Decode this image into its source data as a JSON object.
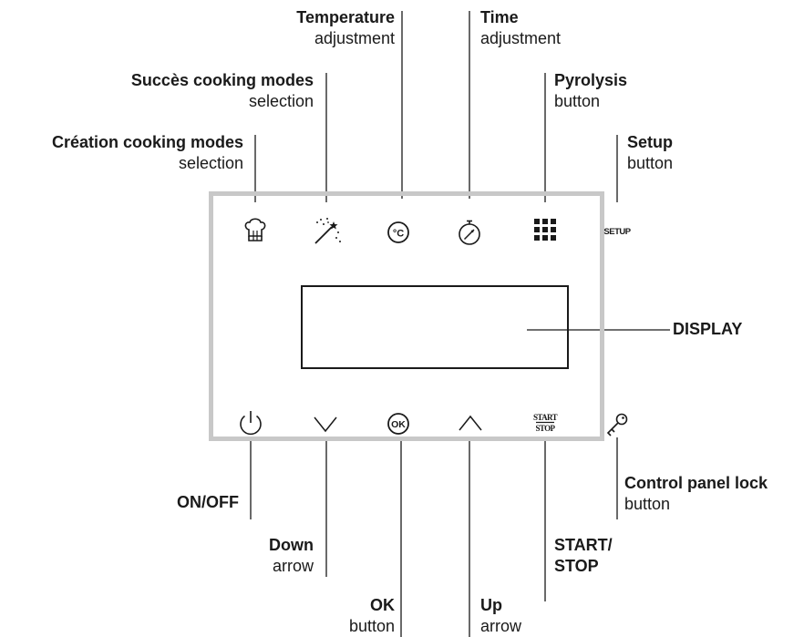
{
  "panel": {
    "border_color": "#c8c8c8",
    "setup_text": "SETUP",
    "start_stop_top": "START",
    "start_stop_bottom": "STOP",
    "ok_text": "OK",
    "temp_text": "°C"
  },
  "labels": {
    "temperature": {
      "bold": "Temperature",
      "normal": "adjustment"
    },
    "time": {
      "bold": "Time",
      "normal": "adjustment"
    },
    "succes": {
      "bold": "Succès cooking modes",
      "normal": "selection"
    },
    "pyrolysis": {
      "bold": "Pyrolysis",
      "normal": "button"
    },
    "creation": {
      "bold": "Création cooking modes",
      "normal": "selection"
    },
    "setup": {
      "bold": "Setup",
      "normal": "button"
    },
    "display": {
      "bold": "DISPLAY"
    },
    "on_off": {
      "bold": "ON/OFF"
    },
    "control_lock": {
      "bold": "Control panel lock",
      "normal": "button"
    },
    "down": {
      "bold": "Down",
      "normal": "arrow"
    },
    "start_stop_line1": {
      "bold": "START/"
    },
    "start_stop_line2": {
      "bold": "STOP"
    },
    "ok": {
      "bold": "OK",
      "normal": "button"
    },
    "up": {
      "bold": "Up",
      "normal": "arrow"
    }
  },
  "icons": {
    "top_row": [
      "chef-hat-icon",
      "magic-wand-icon",
      "temperature-icon",
      "timer-icon",
      "pyrolysis-grid-icon",
      "setup-text-icon"
    ],
    "bottom_row": [
      "power-icon",
      "chevron-down-icon",
      "ok-icon",
      "chevron-up-icon",
      "start-stop-text-icon",
      "key-icon"
    ]
  }
}
